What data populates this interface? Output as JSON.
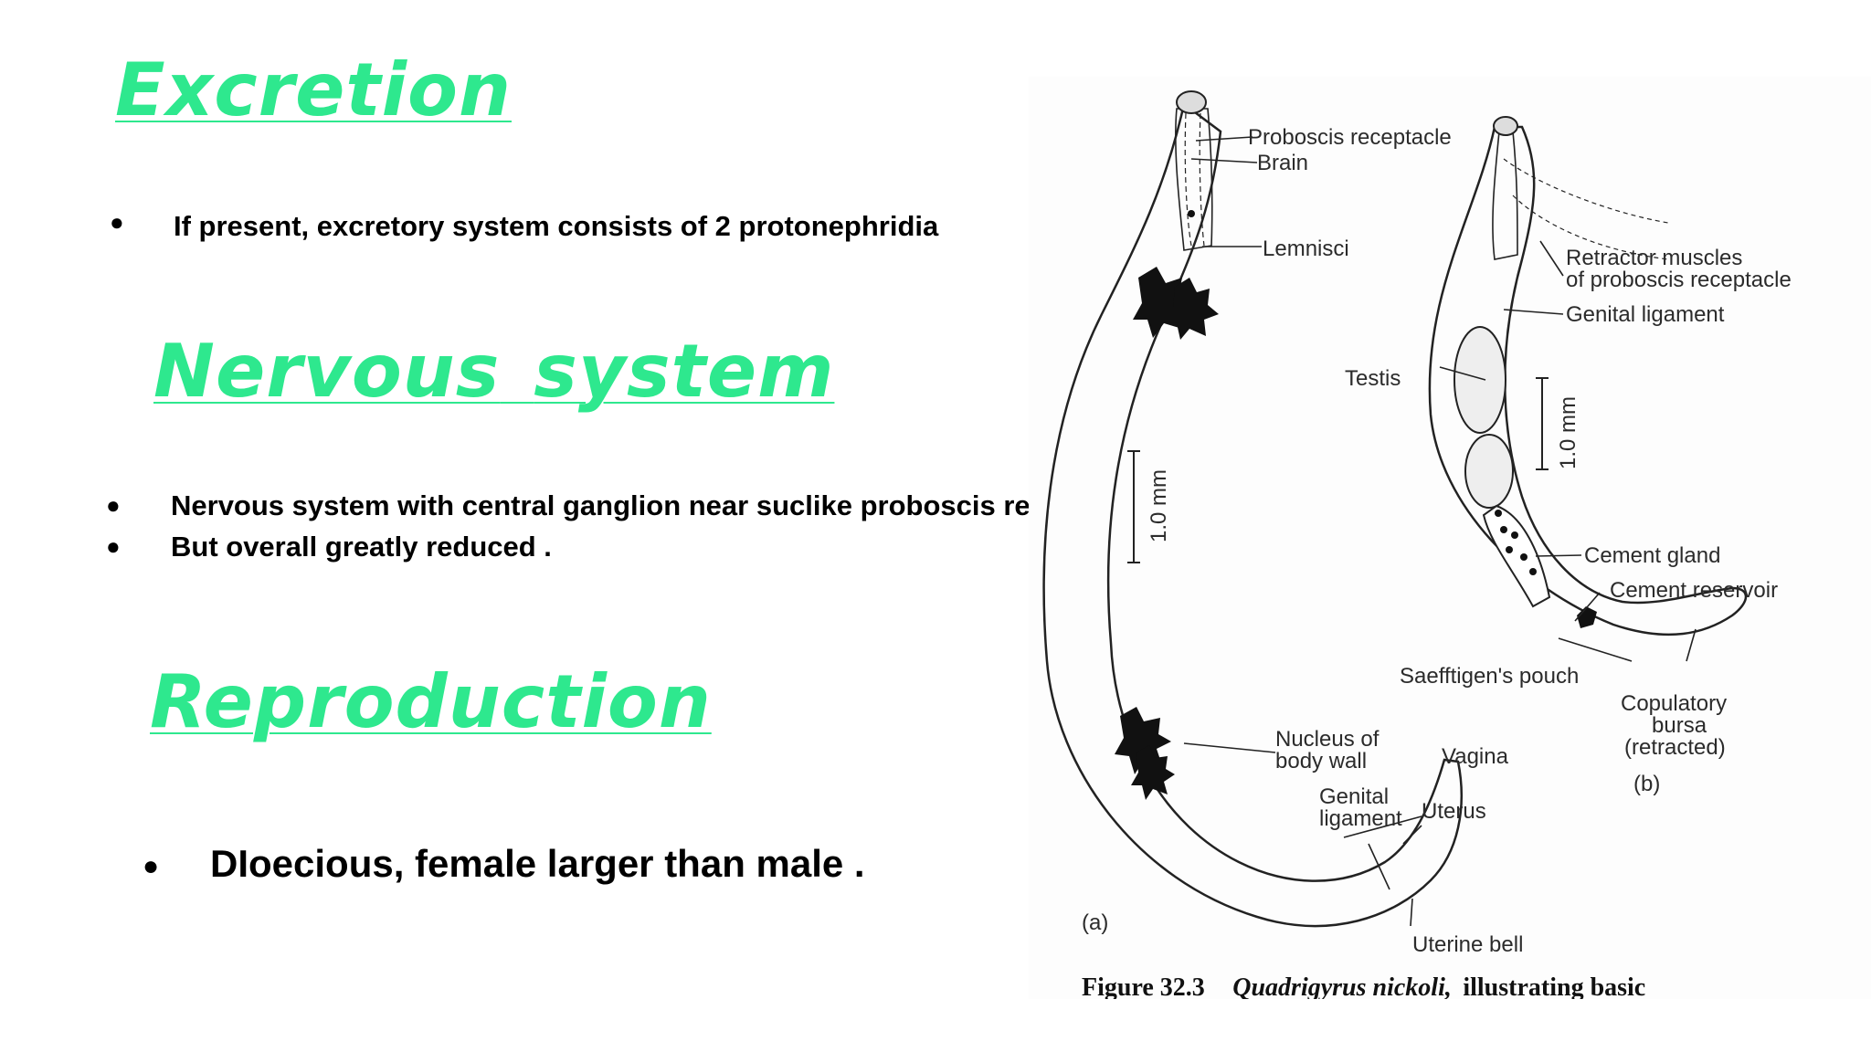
{
  "excretion": {
    "heading": "Excretion",
    "bullet": "If present,  excretory system consists of 2 protonephridia"
  },
  "nervous": {
    "heading_word1": "Nervous",
    "heading_word2": "system",
    "bullets": [
      "Nervous system with central ganglion near suclike proboscis receptacle",
      "But overall greatly reduced ."
    ]
  },
  "reproduction": {
    "heading": "Reproduction",
    "bullet": "DIoecious, female larger than male ."
  },
  "bullet_glyph": "●",
  "accent_color": "#2ee88e",
  "figure": {
    "labels_a": {
      "proboscis_receptacle": "Proboscis receptacle",
      "brain": "Brain",
      "lemnisci": "Lemnisci",
      "scale": "1.0 mm",
      "nucleus_1": "Nucleus of",
      "nucleus_2": "body wall",
      "genital_1": "Genital",
      "genital_2": "ligament",
      "vagina": "Vagina",
      "uterus": "Uterus",
      "uterine_bell": "Uterine bell",
      "panel": "(a)"
    },
    "labels_b": {
      "retractor_1": "Retractor muscles",
      "retractor_2": "of proboscis receptacle",
      "genital_ligament": "Genital ligament",
      "testis": "Testis",
      "scale": "1.0 mm",
      "cement_gland": "Cement gland",
      "cement_reservoir": "Cement reservoir",
      "saefftigen": "Saefftigen's pouch",
      "copulatory_1": "Copulatory",
      "copulatory_2": "bursa",
      "copulatory_3": "(retracted)",
      "panel": "(b)"
    },
    "caption_prefix": "Figure 32.3",
    "caption_species": "Quadrigyrus nickoli,",
    "caption_rest": "illustrating basic"
  }
}
